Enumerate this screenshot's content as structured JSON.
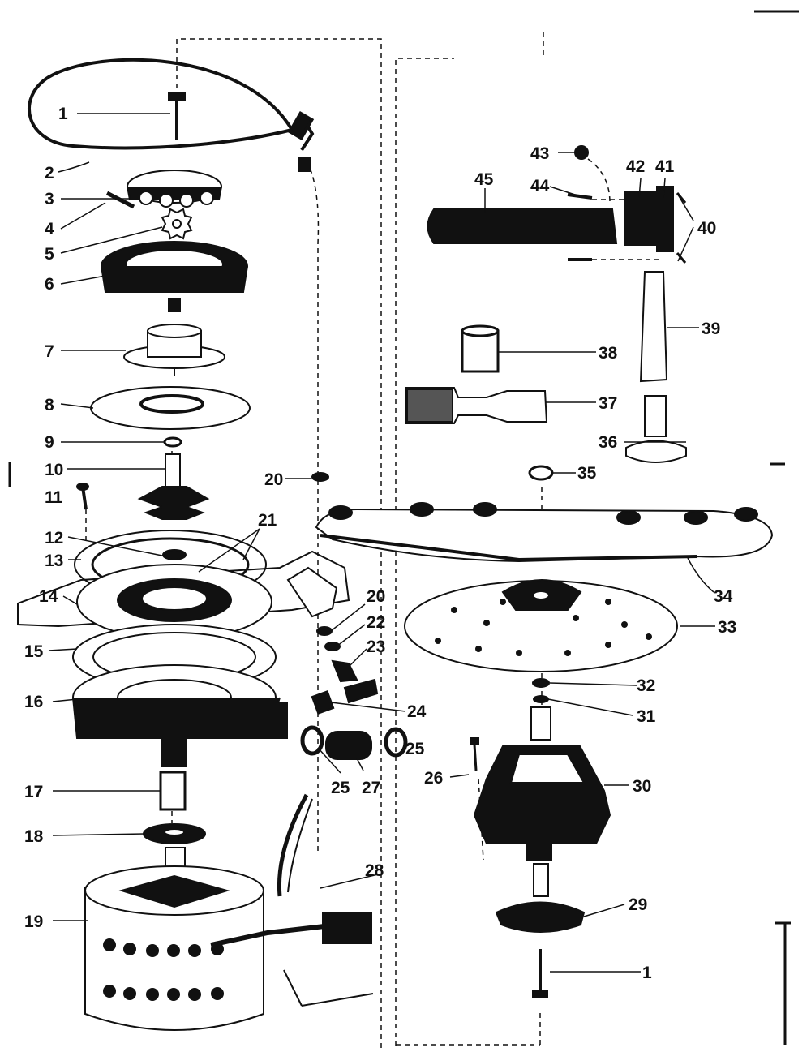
{
  "diagram": {
    "colors": {
      "ink": "#111111",
      "paper": "#ffffff",
      "shade": "#555555"
    },
    "callouts": [
      {
        "id": "c1a",
        "num": "1"
      },
      {
        "id": "c2",
        "num": "2"
      },
      {
        "id": "c3",
        "num": "3"
      },
      {
        "id": "c4",
        "num": "4"
      },
      {
        "id": "c5",
        "num": "5"
      },
      {
        "id": "c6",
        "num": "6"
      },
      {
        "id": "c7",
        "num": "7"
      },
      {
        "id": "c8",
        "num": "8"
      },
      {
        "id": "c9",
        "num": "9"
      },
      {
        "id": "c10",
        "num": "10"
      },
      {
        "id": "c11",
        "num": "11"
      },
      {
        "id": "c12",
        "num": "12"
      },
      {
        "id": "c13",
        "num": "13"
      },
      {
        "id": "c14",
        "num": "14"
      },
      {
        "id": "c15",
        "num": "15"
      },
      {
        "id": "c16",
        "num": "16"
      },
      {
        "id": "c17",
        "num": "17"
      },
      {
        "id": "c18",
        "num": "18"
      },
      {
        "id": "c19",
        "num": "19"
      },
      {
        "id": "c20a",
        "num": "20"
      },
      {
        "id": "c21",
        "num": "21"
      },
      {
        "id": "c20b",
        "num": "20"
      },
      {
        "id": "c22",
        "num": "22"
      },
      {
        "id": "c23",
        "num": "23"
      },
      {
        "id": "c24",
        "num": "24"
      },
      {
        "id": "c25a",
        "num": "25"
      },
      {
        "id": "c25b",
        "num": "25"
      },
      {
        "id": "c26",
        "num": "26"
      },
      {
        "id": "c27",
        "num": "27"
      },
      {
        "id": "c28",
        "num": "28"
      },
      {
        "id": "c29",
        "num": "29"
      },
      {
        "id": "c30",
        "num": "30"
      },
      {
        "id": "c31",
        "num": "31"
      },
      {
        "id": "c32",
        "num": "32"
      },
      {
        "id": "c33",
        "num": "33"
      },
      {
        "id": "c34",
        "num": "34"
      },
      {
        "id": "c35",
        "num": "35"
      },
      {
        "id": "c36",
        "num": "36"
      },
      {
        "id": "c37",
        "num": "37"
      },
      {
        "id": "c38",
        "num": "38"
      },
      {
        "id": "c39",
        "num": "39"
      },
      {
        "id": "c40",
        "num": "40"
      },
      {
        "id": "c41",
        "num": "41"
      },
      {
        "id": "c42",
        "num": "42"
      },
      {
        "id": "c43",
        "num": "43"
      },
      {
        "id": "c44",
        "num": "44"
      },
      {
        "id": "c45",
        "num": "45"
      },
      {
        "id": "c1b",
        "num": "1"
      }
    ]
  }
}
